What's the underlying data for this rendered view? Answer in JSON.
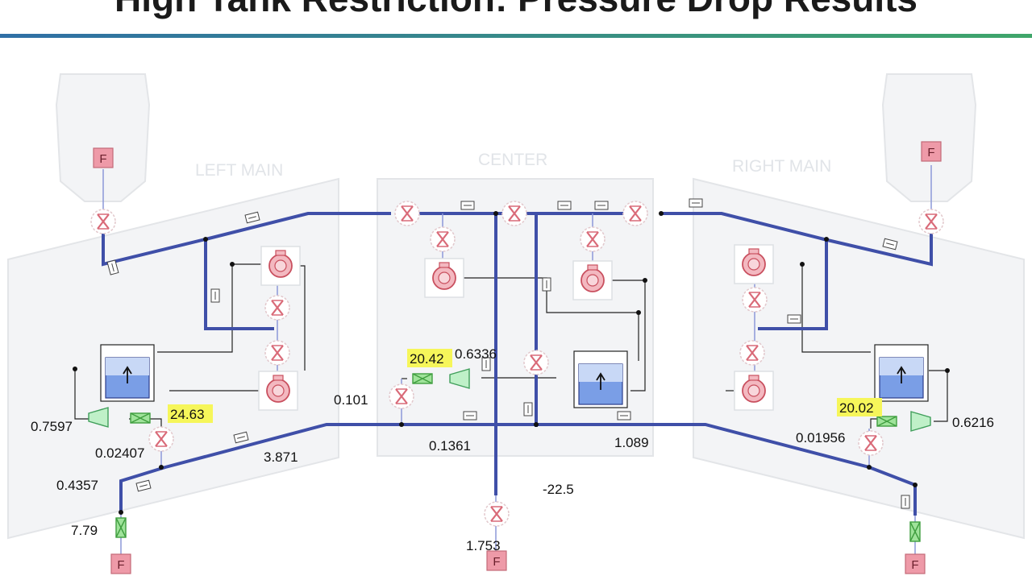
{
  "title": "High Tank Restriction: Pressure Drop Results",
  "colors": {
    "accent_start": "#2f6fa6",
    "accent_end": "#3fa66a",
    "pipe": "#3f4fa8",
    "valve": "#e8a0aa",
    "fuel_tank": "#ee9aa8",
    "highlight": "#f6f65a",
    "tank_background": "#f3f4f6"
  },
  "zones": {
    "left_main": "LEFT MAIN",
    "center": "CENTER",
    "right_main": "RIGHT MAIN"
  },
  "icons": {
    "fuel_tank_letter": "F",
    "fuel_tank_icon": "fuel-tank-icon",
    "valve_icon": "valve-icon",
    "pump_icon": "pump-icon",
    "filter_icon": "filter-icon",
    "heat_exchanger_icon": "heat-exchanger-icon",
    "nozzle_icon": "nozzle-icon",
    "sensor_icon": "sensor-icon"
  },
  "values": {
    "left_valve_flow": "0.7597",
    "left_valve_drop": "24.63",
    "left_restrictor_drop": "0.02407",
    "left_pipe_drop": "0.4357",
    "left_filter_drop": "7.79",
    "left_main_line": "3.871",
    "center_left_line": "0.101",
    "center_valve_drop": "20.42",
    "center_valve_flow": "0.6336",
    "center_line": "0.1361",
    "center_right_line": "1.089",
    "center_feed_drop": "-22.5",
    "center_outlet": "1.753",
    "right_valve_drop": "20.02",
    "right_restrictor_drop": "0.01956",
    "right_valve_flow": "0.6216"
  }
}
